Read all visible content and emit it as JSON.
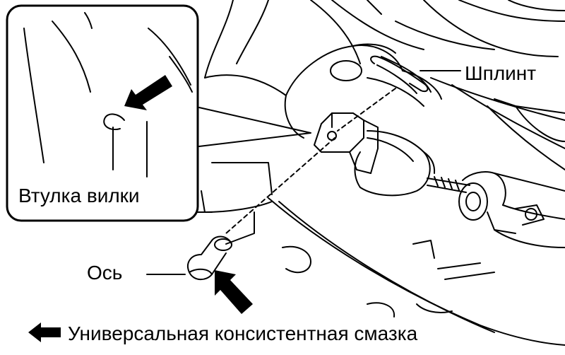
{
  "labels": {
    "inset_label": "Втулка вилки",
    "splint_label": "Шплинт",
    "axle_label": "Ось"
  },
  "legend": {
    "text": "Универсальная консистентная смазка",
    "icon": "black-arrow-left-icon"
  },
  "colors": {
    "line": "#000000",
    "background": "#ffffff"
  }
}
